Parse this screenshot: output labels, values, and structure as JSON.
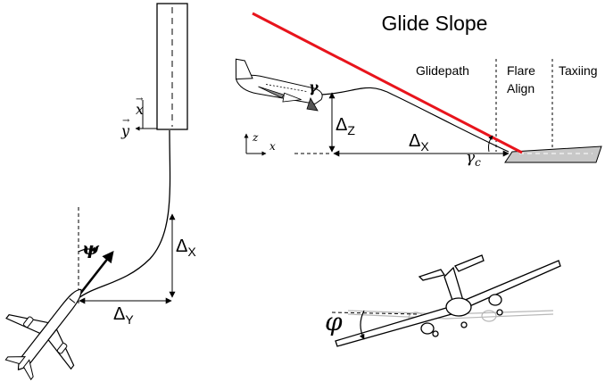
{
  "colors": {
    "glide_line": "#e8141c",
    "ink": "#000000",
    "ground": "#c8c8c8",
    "ghost_plane": "#b8b8b8"
  },
  "top_view": {
    "x_axis": "x",
    "y_axis": "y",
    "heading_symbol": "ψ",
    "delta_x": {
      "symbol": "Δ",
      "sub": "X"
    },
    "delta_y": {
      "symbol": "Δ",
      "sub": "Y"
    }
  },
  "side_view": {
    "title": "Glide Slope",
    "phases": {
      "glidepath": "Glidepath",
      "flare_1": "Flare",
      "flare_2": "Align",
      "taxiing": "Taxiing"
    },
    "z_axis": "z",
    "x_axis": "x",
    "delta_z": {
      "symbol": "Δ",
      "sub": "Z"
    },
    "delta_x": {
      "symbol": "Δ",
      "sub": "X"
    },
    "gamma_c": {
      "symbol": "γ",
      "sub": "c"
    },
    "gamma": "γ"
  },
  "roll_view": {
    "roll_symbol": "φ"
  },
  "icons": [
    "runway-icon",
    "airplane-top-icon",
    "airplane-side-icon",
    "airplane-front-icon"
  ]
}
